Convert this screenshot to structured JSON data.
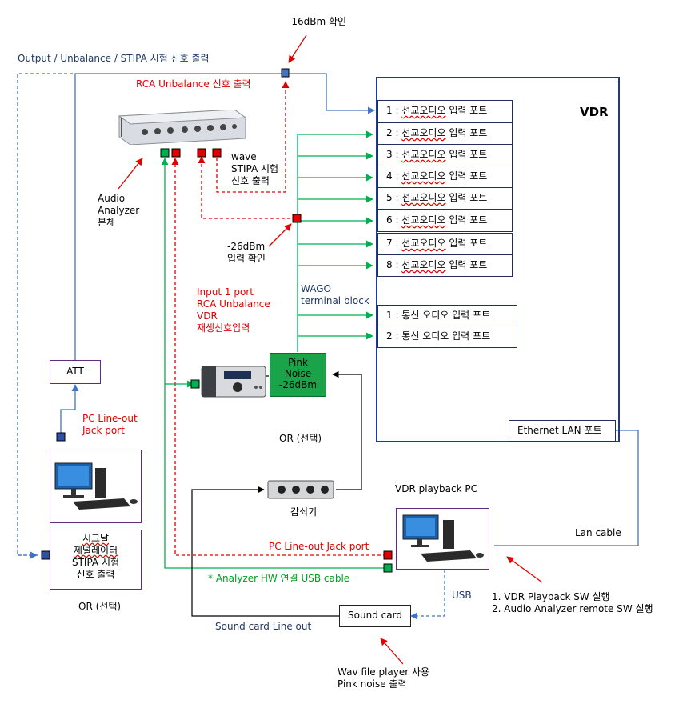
{
  "top_note": "-16dBm 확인",
  "output_label": "Output / Unbalance / STIPA 시험 신호 출력",
  "rca_output_label": "RCA Unbalance 신호 출력",
  "vdr": {
    "title": "VDR",
    "ports": [
      {
        "num": "1 : ",
        "kw": "선교오디오",
        "rest": " 입력 포트"
      },
      {
        "num": "2 : ",
        "kw": "선교오디오",
        "rest": " 입력 포트"
      },
      {
        "num": "3 : ",
        "kw": "선교오디오",
        "rest": " 입력 포트"
      },
      {
        "num": "4 : ",
        "kw": "선교오디오",
        "rest": " 입력 포트"
      },
      {
        "num": "5 : ",
        "kw": "선교오디오",
        "rest": " 입력 포트"
      },
      {
        "num": "6 : ",
        "kw": "선교오디오",
        "rest": " 입력 포트"
      },
      {
        "num": "7 : ",
        "kw": "선교오디오",
        "rest": " 입력 포트"
      },
      {
        "num": "8 : ",
        "kw": "선교오디오",
        "rest": " 입력 포트"
      }
    ],
    "comm_ports": [
      "1 : 통신 오디오 입력 포트",
      "2 : 통신 오디오 입력 포트"
    ],
    "ethernet": "Ethernet LAN 포트"
  },
  "wave_stipa": [
    "wave",
    "STIPA 시험",
    "신호 출력"
  ],
  "audio_analyzer": [
    "Audio",
    "Analyzer",
    "본체"
  ],
  "minus26": [
    "-26dBm",
    "입력 확인"
  ],
  "wago": [
    "WAGO",
    "terminal block"
  ],
  "input1": [
    "Input 1 port",
    "RCA Unbalance",
    "VDR",
    "재생신호입력"
  ],
  "pink_noise": [
    "Pink",
    "Noise",
    "-26dBm"
  ],
  "att": "ATT",
  "pc_lineout_left": [
    "PC Line-out",
    "Jack port"
  ],
  "or_select_1": "OR (선택)",
  "attenuator": "감쇠기",
  "vdr_playback_pc": "VDR playback PC",
  "signal_generator": [
    "시그날",
    "제널레이터",
    "STIPA 시험",
    "신호 출력"
  ],
  "or_select_2": "OR (선택)",
  "pc_lineout_jack": "PC Line-out Jack port",
  "analyzer_usb": "* Analyzer HW 연결 USB cable",
  "lan_cable": "Lan cable",
  "usb": "USB",
  "steps": [
    "1.    VDR Playback SW 실행",
    "2.    Audio Analyzer remote SW 실행"
  ],
  "sound_card": "Sound card",
  "sound_card_line_out": "Sound card  Line out",
  "wav_player": [
    "Wav file player 사용",
    "Pink noise 출력"
  ],
  "colors": {
    "blue_line": "#4472c4",
    "green_line": "#00b050",
    "red_line": "#e00000",
    "pink_box": "#1ba34a",
    "vdr_border": "#1f3a8f"
  }
}
